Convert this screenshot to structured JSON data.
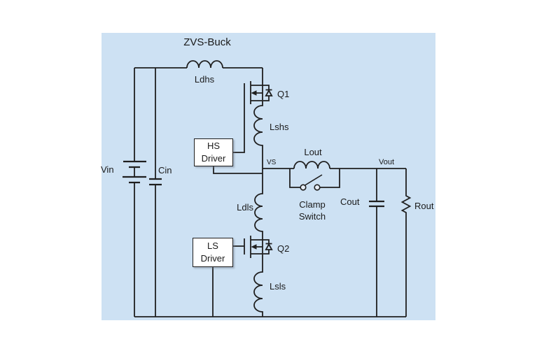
{
  "diagram": {
    "title": "ZVS-Buck",
    "colors": {
      "panel_background": "#cde1f3",
      "line": "#1f1f1f",
      "driver_box_fill": "#ffffff",
      "text": "#1a1a1a"
    },
    "components": {
      "vin": "Vin",
      "cin": "Cin",
      "ldhs": "Ldhs",
      "q1": "Q1",
      "lshs": "Lshs",
      "hs_driver": {
        "line1": "HS",
        "line2": "Driver"
      },
      "vs": "VS",
      "lout": "Lout",
      "vout": "Vout",
      "clamp_switch": {
        "line1": "Clamp",
        "line2": "Switch"
      },
      "cout": "Cout",
      "rout": "Rout",
      "ldls": "Ldls",
      "q2": "Q2",
      "ls_driver": {
        "line1": "LS",
        "line2": "Driver"
      },
      "lsls": "Lsls"
    }
  }
}
